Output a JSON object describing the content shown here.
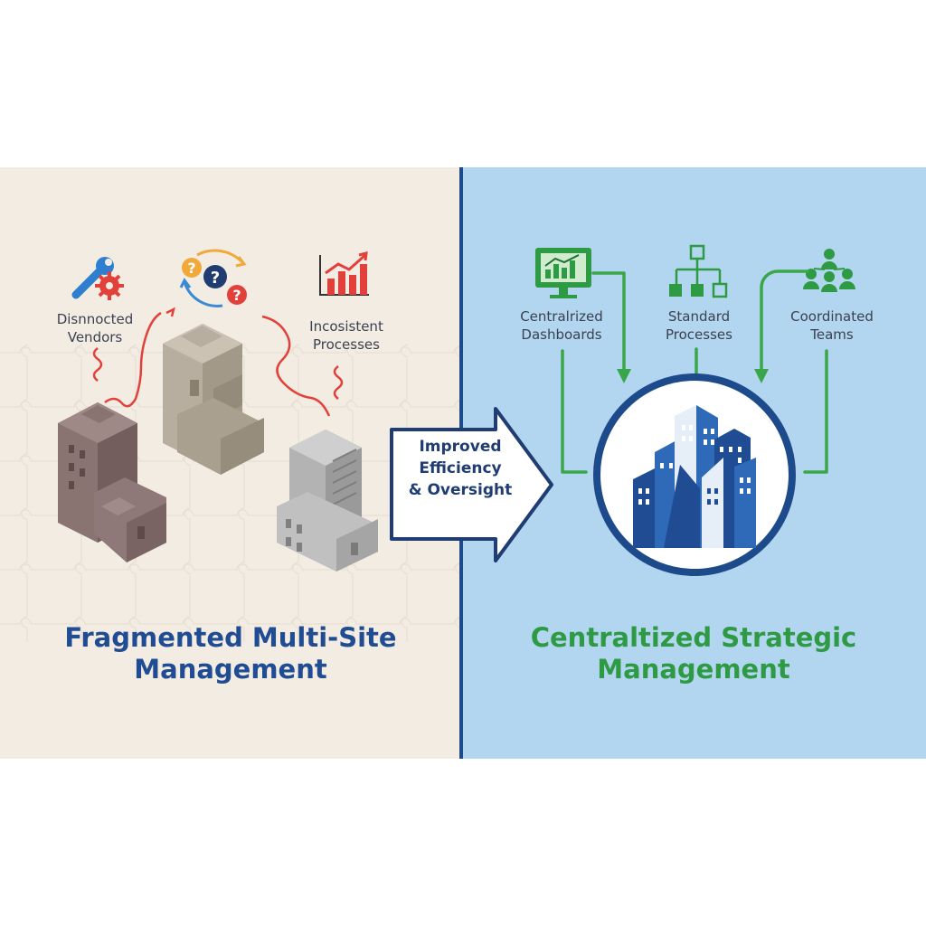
{
  "left_panel": {
    "labels": [
      {
        "lines": [
          "Disnnocted",
          "Vendors"
        ]
      },
      {
        "lines": [
          "Incosistent",
          "Processes"
        ]
      }
    ],
    "title_lines": [
      "Fragmented Multi-Site",
      "Management"
    ]
  },
  "transition": {
    "lines": [
      "Improved",
      "Efficiency",
      "& Oversight"
    ]
  },
  "right_panel": {
    "labels": [
      {
        "lines": [
          "Centralrized",
          "Dashboards"
        ]
      },
      {
        "lines": [
          "Standard",
          "Processes"
        ]
      },
      {
        "lines": [
          "Coordinated",
          "Teams"
        ]
      }
    ],
    "title_lines": [
      "Centraltized Strategic",
      "Management"
    ]
  },
  "icons": [
    "wrench-gear-icon",
    "question-marks-icon",
    "rising-chart-icon",
    "monitor-chart-icon",
    "flowchart-icon",
    "team-network-icon",
    "city-buildings-icon"
  ],
  "colors": {
    "left_bg": "#f3ece3",
    "right_bg": "#b2d6f0",
    "divider": "#1c4a8a",
    "left_title": "#1f4c93",
    "right_title": "#2e9a44",
    "accent_red": "#e2413b",
    "accent_green": "#3aa64a"
  }
}
